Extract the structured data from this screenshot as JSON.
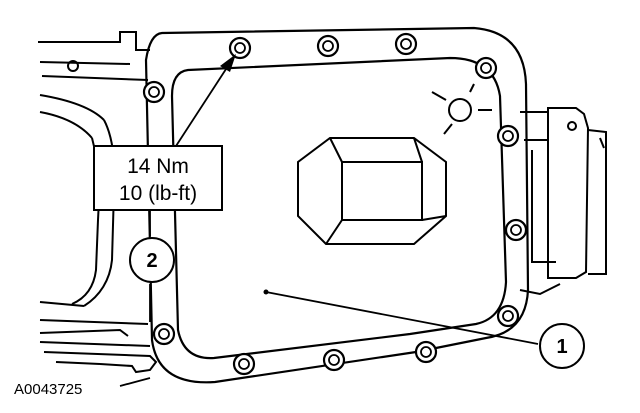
{
  "torque_spec": {
    "metric": "14 Nm",
    "imperial": "10 (lb-ft)"
  },
  "callouts": [
    {
      "number": "1",
      "target": "oil-pan"
    },
    {
      "number": "2",
      "target": "oil-pan-gasket"
    }
  ],
  "figure_id": "A0043725",
  "colors": {
    "line": "#000000",
    "background": "#ffffff"
  }
}
